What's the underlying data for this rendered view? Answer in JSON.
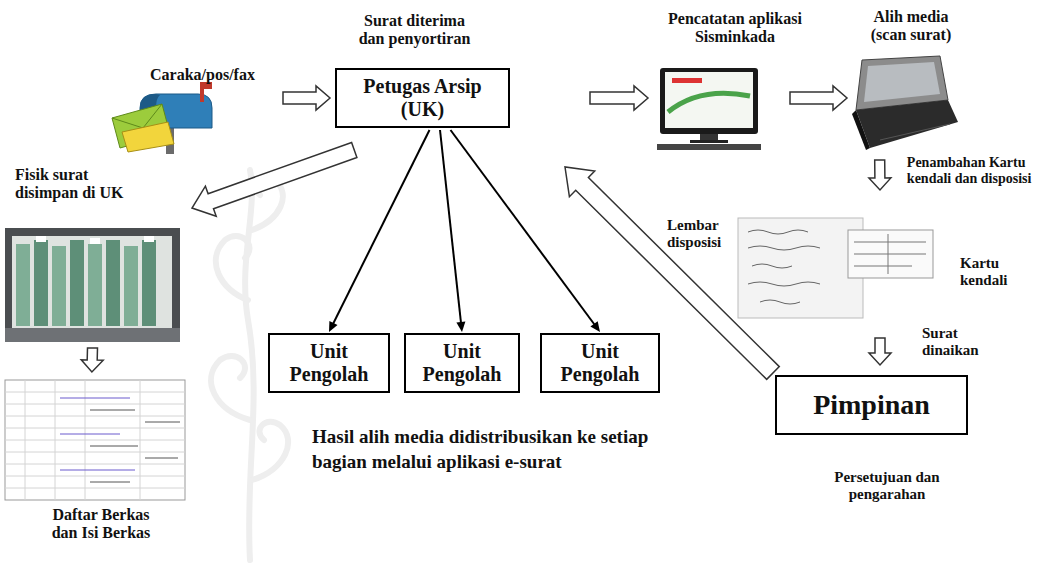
{
  "diagram": {
    "nodes": [
      {
        "text": [
          "Caraka/pos/fax"
        ]
      },
      {
        "text": [
          "Surat diterima dan penyortiran",
          "Petugas Arsip (UK)"
        ]
      },
      {
        "text": [
          "Pencatatan aplikasi Sisminkada"
        ]
      },
      {
        "text": [
          "Alih media (scan surat)"
        ]
      },
      {
        "text": [
          "Fisik surat disimpan di UK"
        ]
      },
      {
        "text": [
          "Daftar Berkas dan Isi Berkas"
        ]
      },
      {
        "text": [
          "Unit Pengolah"
        ]
      },
      {
        "text": [
          "Unit Pengolah"
        ]
      },
      {
        "text": [
          "Unit Pengolah"
        ]
      },
      {
        "text": [
          "Lembar disposisi",
          "Kartu kendali"
        ]
      },
      {
        "text": [
          "Pimpinan",
          "Persetujuan dan pengarahan"
        ]
      }
    ],
    "edges": [
      {
        "from": 0,
        "to": 1,
        "arrow": "to"
      },
      {
        "from": 1,
        "to": 2,
        "arrow": "to"
      },
      {
        "from": 2,
        "to": 3,
        "arrow": "to"
      },
      {
        "from": 3,
        "to": 9,
        "arrow": "to",
        "label": "Penambahan Kartu kendali dan disposisi"
      },
      {
        "from": 9,
        "to": 10,
        "arrow": "to",
        "label": "Surat dinaikan"
      },
      {
        "from": 10,
        "to": 1,
        "arrow": "to"
      },
      {
        "from": 1,
        "to": 4,
        "arrow": "to"
      },
      {
        "from": 4,
        "to": 5,
        "arrow": "to"
      },
      {
        "from": 1,
        "to": 6,
        "arrow": "to"
      },
      {
        "from": 1,
        "to": 7,
        "arrow": "to"
      },
      {
        "from": 1,
        "to": 8,
        "arrow": "to"
      }
    ],
    "labels": [
      "Hasil alih media didistribusikan ke setiap bagian melalui aplikasi e-surat"
    ]
  }
}
